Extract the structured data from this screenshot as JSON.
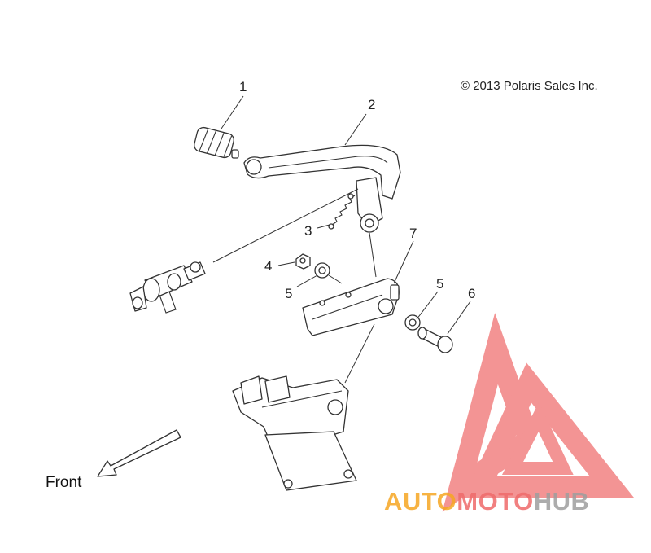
{
  "copyright": "© 2013 Polaris Sales Inc.",
  "front_label": "Front",
  "callouts": [
    {
      "id": "1",
      "label": "1"
    },
    {
      "id": "2",
      "label": "2"
    },
    {
      "id": "3",
      "label": "3"
    },
    {
      "id": "4",
      "label": "4"
    },
    {
      "id": "5a",
      "label": "5"
    },
    {
      "id": "5b",
      "label": "5"
    },
    {
      "id": "6",
      "label": "6"
    },
    {
      "id": "7",
      "label": "7"
    }
  ],
  "watermark": {
    "part1": "AUTO",
    "part2": "MOTO",
    "part3": "HUB",
    "color_orange": "#f6a623",
    "color_red": "#ef6b6b",
    "color_grey": "#9e9e9e"
  }
}
